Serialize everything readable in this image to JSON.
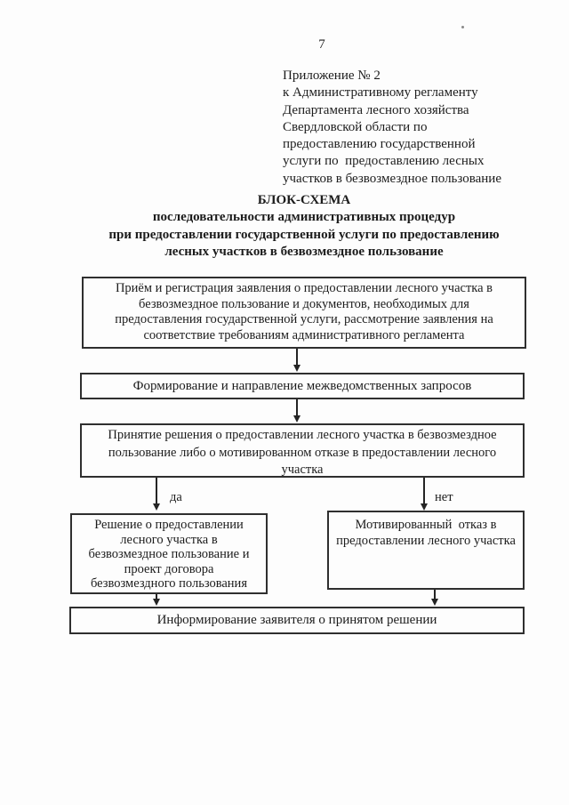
{
  "page": {
    "number": "7",
    "annex": "Приложение № 2\nк Административному регламенту\nДепартамента лесного хозяйства\nСвердловской области по\nпредоставлению государственной\nуслуги по  предоставлению лесных\nучастков в безвозмездное пользование",
    "title": "БЛОК-СХЕМА\nпоследовательности административных процедур\nпри предоставлении государственной услуги по предоставлению\nлесных участков в безвозмездное пользование"
  },
  "flowchart": {
    "step_reception": "Приём и регистрация заявления о предоставлении лесного участка в\nбезвозмездное пользование и документов, необходимых для\nпредоставления государственной услуги, рассмотрение заявления на\nсоответствие требованиям административного регламента",
    "step_requests": "Формирование и направление межведомственных запросов",
    "step_decision": "Принятие решения о предоставлении лесного участка в безвозмездное\nпользование либо о мотивированном отказе в предоставлении лесного\nучастка",
    "yes_label": "да",
    "no_label": "нет",
    "step_approval": "Решение о предоставлении\nлесного участка в\nбезвозмездное пользование и\nпроект договора\nбезвозмездного пользования",
    "step_refusal": "Мотивированный  отказ в\nпредоставлении лесного участка",
    "step_inform": "Информирование заявителя о принятом решении"
  },
  "colors": {
    "ink": "#1c1c1c",
    "border": "#2f2f2f",
    "line": "#242424",
    "paper": "#fdfdfd"
  }
}
